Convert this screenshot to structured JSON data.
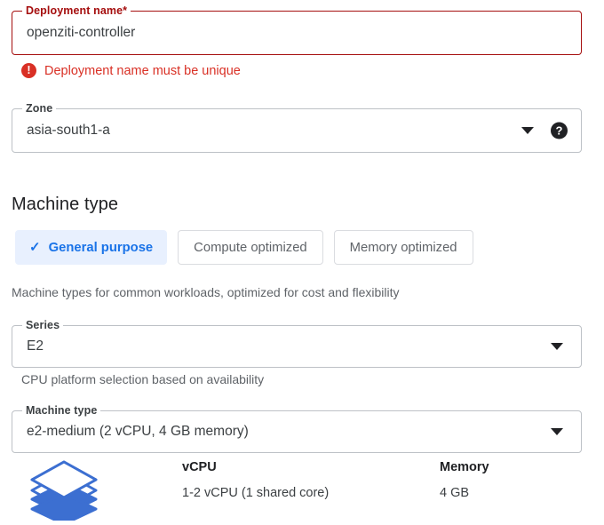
{
  "colors": {
    "error_red": "#d93025",
    "error_border": "#a50e0e",
    "accent_blue": "#1a73e8",
    "accent_blue_bg": "#e8f0fe",
    "border_grey": "#bdc1c6",
    "text_primary": "#202124",
    "text_secondary": "#5f6368",
    "icon_blue": "#3c6fd1"
  },
  "deployment_name": {
    "label": "Deployment name",
    "required_marker": "*",
    "value": "openziti-controller",
    "placeholder": "Deployment name",
    "error_message": "Deployment name must be unique",
    "error_icon": "error-exclamation-icon"
  },
  "zone": {
    "label": "Zone",
    "value": "asia-south1-a",
    "dropdown_icon": "chevron-down-icon",
    "help_icon": "help-circle-icon",
    "help_glyph": "?"
  },
  "machine_type_section": {
    "title": "Machine type",
    "toggle_buttons": [
      {
        "label": "General purpose",
        "selected": true,
        "icon": "check-icon"
      },
      {
        "label": "Compute optimized",
        "selected": false,
        "icon": ""
      },
      {
        "label": "Memory optimized",
        "selected": false,
        "icon": ""
      }
    ],
    "toggle_hint": "Machine types for common workloads, optimized for cost and flexibility"
  },
  "series": {
    "label": "Series",
    "value": "E2",
    "hint": "CPU platform selection based on availability",
    "dropdown_icon": "chevron-down-icon"
  },
  "machine_type": {
    "label": "Machine type",
    "value": "e2-medium (2 vCPU, 4 GB memory)",
    "dropdown_icon": "chevron-down-icon"
  },
  "specs": {
    "icon": "stacked-layers-icon",
    "headers": {
      "vcpu": "vCPU",
      "memory": "Memory"
    },
    "values": {
      "vcpu": "1-2 vCPU (1 shared core)",
      "memory": "4 GB"
    }
  }
}
